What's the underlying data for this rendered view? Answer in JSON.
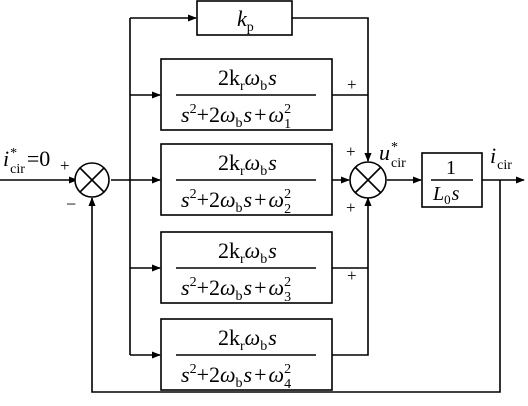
{
  "input": {
    "symbol": "i",
    "superscript": "*",
    "subscript": "cir",
    "equals": "=0"
  },
  "output": {
    "symbol": "i",
    "subscript": "cir"
  },
  "summing1": {
    "plus_sign": "+",
    "minus_sign": "−"
  },
  "summing2": {
    "signs": [
      "+",
      "+",
      "+",
      "+"
    ]
  },
  "reference": {
    "symbol": "u",
    "superscript": "*",
    "subscript": "cir"
  },
  "gain_block": {
    "symbol": "k",
    "subscript": "p"
  },
  "resonant_blocks": [
    {
      "num_k": "2k",
      "num_r": "r",
      "num_w": "ω",
      "num_b": "b",
      "num_s": "s",
      "den_s2": "s",
      "den_2": "2",
      "den_plus1": "+2",
      "den_w": "ω",
      "den_b": "b",
      "den_s": "s",
      "den_plus2": "+",
      "den_omega": "ω",
      "den_exp": "2",
      "den_index": "1"
    },
    {
      "num_k": "2k",
      "num_r": "r",
      "num_w": "ω",
      "num_b": "b",
      "num_s": "s",
      "den_s2": "s",
      "den_2": "2",
      "den_plus1": "+2",
      "den_w": "ω",
      "den_b": "b",
      "den_s": "s",
      "den_plus2": "+",
      "den_omega": "ω",
      "den_exp": "2",
      "den_index": "2"
    },
    {
      "num_k": "2k",
      "num_r": "r",
      "num_w": "ω",
      "num_b": "b",
      "num_s": "s",
      "den_s2": "s",
      "den_2": "2",
      "den_plus1": "+2",
      "den_w": "ω",
      "den_b": "b",
      "den_s": "s",
      "den_plus2": "+",
      "den_omega": "ω",
      "den_exp": "2",
      "den_index": "3"
    },
    {
      "num_k": "2k",
      "num_r": "r",
      "num_w": "ω",
      "num_b": "b",
      "num_s": "s",
      "den_s2": "s",
      "den_2": "2",
      "den_plus1": "+2",
      "den_w": "ω",
      "den_b": "b",
      "den_s": "s",
      "den_plus2": "+",
      "den_omega": "ω",
      "den_exp": "2",
      "den_index": "4"
    }
  ],
  "plant_block": {
    "numerator": "1",
    "den_L": "L",
    "den_sub": "0",
    "den_s": "s"
  }
}
